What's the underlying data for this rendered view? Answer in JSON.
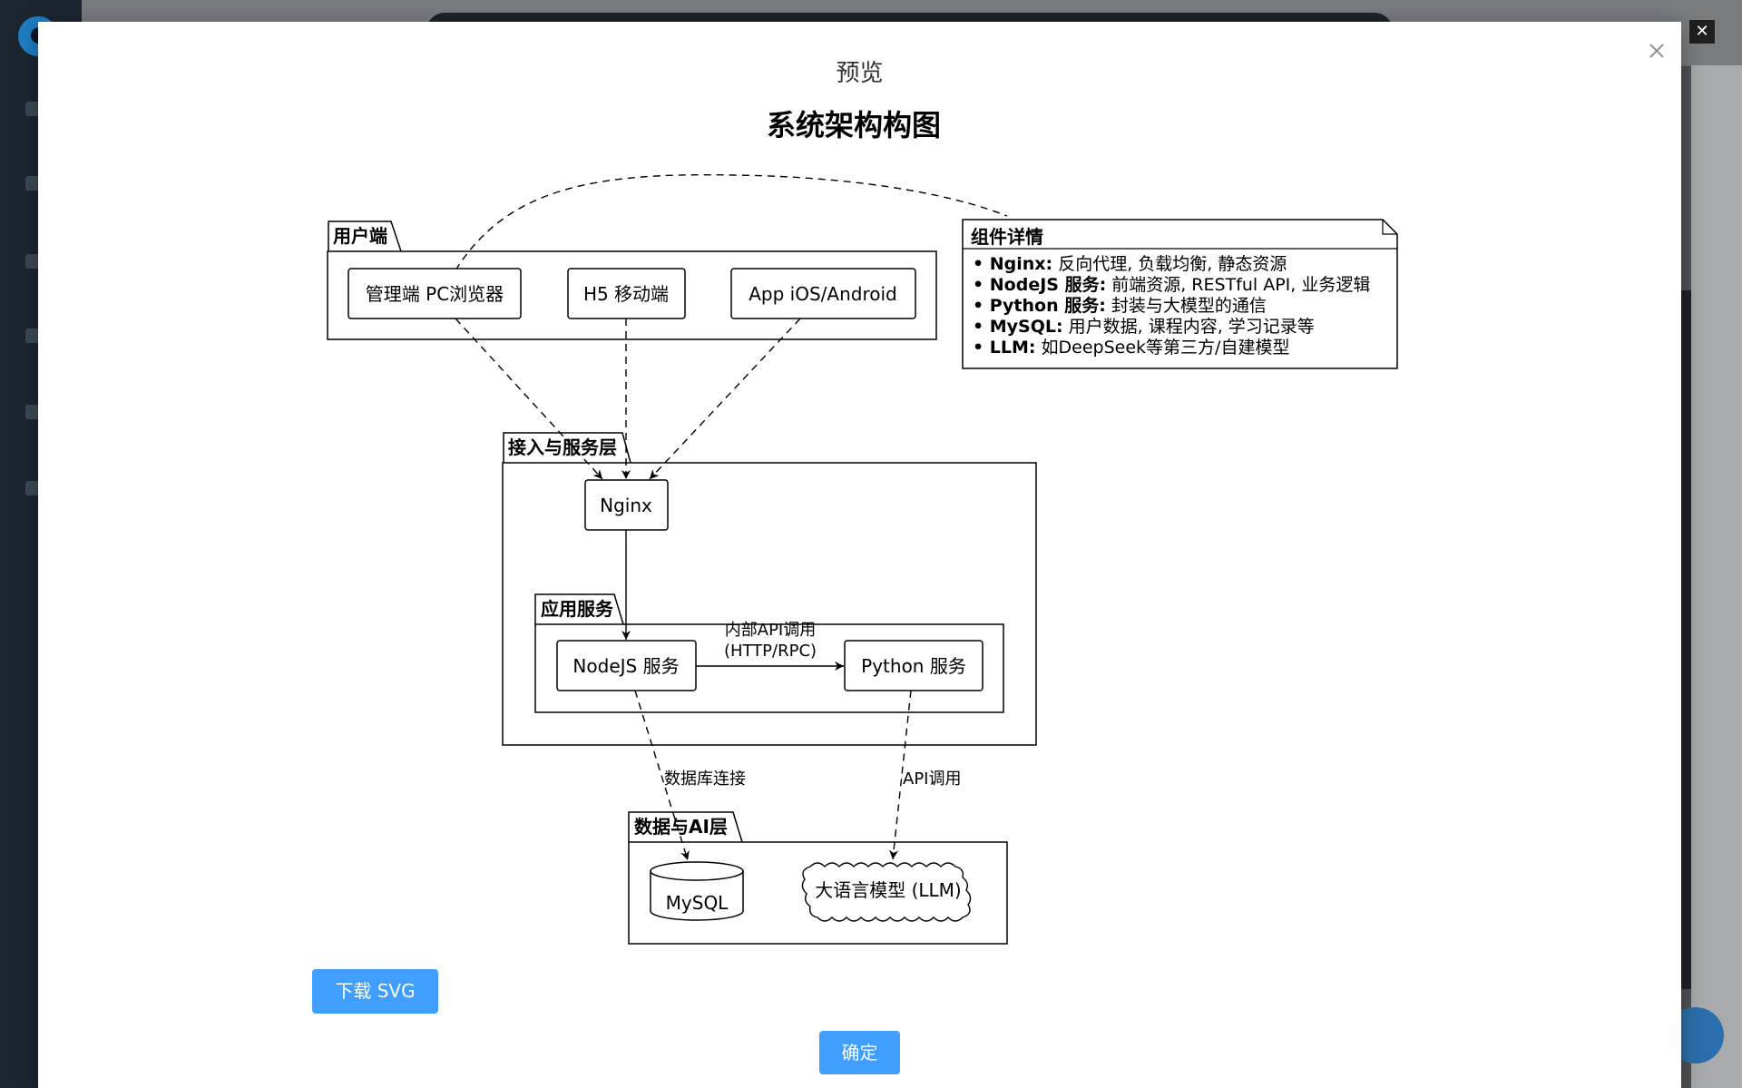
{
  "modal": {
    "title": "预览",
    "download_label": "下载 SVG",
    "ok_label": "确定"
  },
  "background": {
    "close_label": "✕"
  },
  "diagram": {
    "title": "系统架构构图",
    "packages": {
      "client": "用户端",
      "access": "接入与服务层",
      "app": "应用服务",
      "data": "数据与AI层"
    },
    "nodes": {
      "admin_pc": "管理端 PC浏览器",
      "h5": "H5 移动端",
      "app_mobile": "App iOS/Android",
      "nginx": "Nginx",
      "nodejs": "NodeJS 服务",
      "python": "Python 服务",
      "mysql": "MySQL",
      "llm": "大语言模型 (LLM)"
    },
    "edges": {
      "internal_api_1": "内部API调用",
      "internal_api_2": "(HTTP/RPC)",
      "db_conn": "数据库连接",
      "api_call": "API调用"
    },
    "note": {
      "title": "组件详情",
      "items": [
        {
          "key": "Nginx:",
          "value": " 反向代理, 负载均衡, 静态资源"
        },
        {
          "key": "NodeJS 服务:",
          "value": " 前端资源, RESTful API, 业务逻辑"
        },
        {
          "key": "Python 服务:",
          "value": " 封装与大模型的通信"
        },
        {
          "key": "MySQL:",
          "value": " 用户数据, 课程内容, 学习记录等"
        },
        {
          "key": "LLM:",
          "value": " 如DeepSeek等第三方/自建模型"
        }
      ]
    }
  }
}
